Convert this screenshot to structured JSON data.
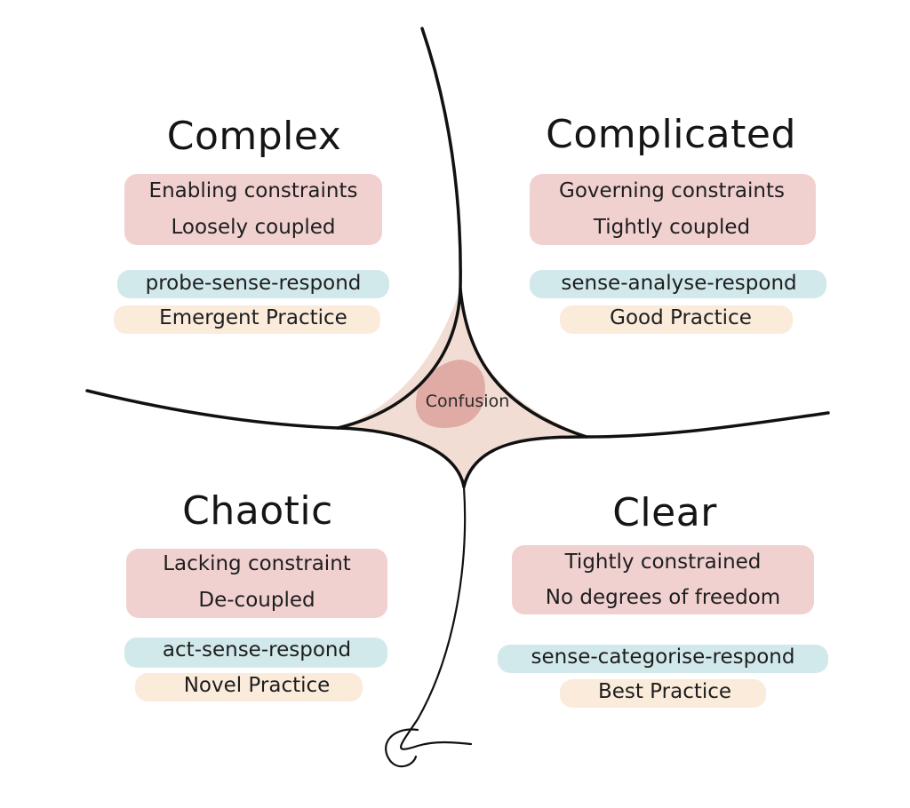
{
  "colors": {
    "constraint_wash": "#e8b9b7",
    "practice_wash": "#bfe0e2",
    "outcome_wash": "#f8e2cc",
    "confusion_fill": "#f1ddd3",
    "confusion_core": "#dea4a0",
    "line": "#111111"
  },
  "center": {
    "label": "Confusion"
  },
  "domains": [
    {
      "id": "complex",
      "title": "Complex",
      "constraints": [
        "Enabling constraints",
        "Loosely coupled"
      ],
      "response": "probe-sense-respond",
      "practice": "Emergent Practice"
    },
    {
      "id": "complicated",
      "title": "Complicated",
      "constraints": [
        "Governing constraints",
        "Tightly coupled"
      ],
      "response": "sense-analyse-respond",
      "practice": "Good Practice"
    },
    {
      "id": "chaotic",
      "title": "Chaotic",
      "constraints": [
        "Lacking constraint",
        "De-coupled"
      ],
      "response": "act-sense-respond",
      "practice": "Novel Practice"
    },
    {
      "id": "clear",
      "title": "Clear",
      "constraints": [
        "Tightly constrained",
        "No degrees of freedom"
      ],
      "response": "sense-categorise-respond",
      "practice": "Best Practice"
    }
  ]
}
